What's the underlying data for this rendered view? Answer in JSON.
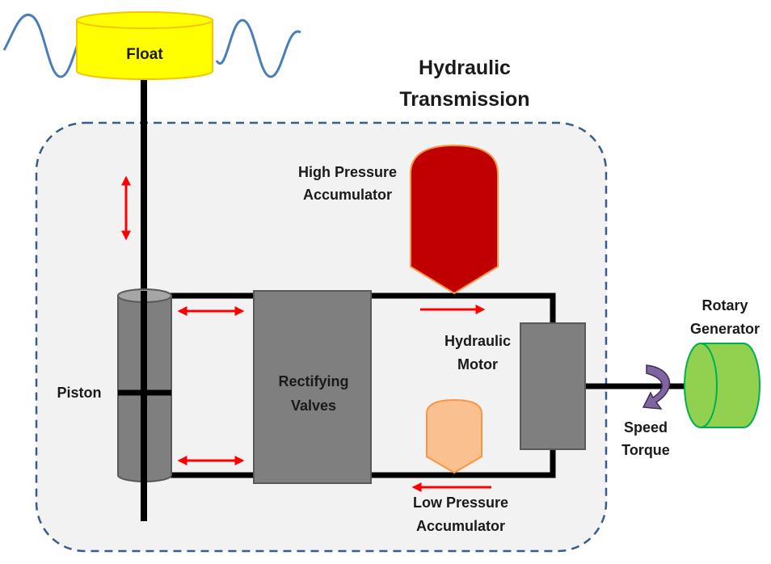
{
  "title": {
    "line1": "Hydraulic",
    "line2": "Transmission"
  },
  "labels": {
    "float": "Float",
    "piston": "Piston",
    "valves_line1": "Rectifying",
    "valves_line2": "Valves",
    "hp_line1": "High Pressure",
    "hp_line2": "Accumulator",
    "motor_line1": "Hydraulic",
    "motor_line2": "Motor",
    "lp_line1": "Low Pressure",
    "lp_line2": "Accumulator",
    "gen_line1": "Rotary",
    "gen_line2": "Generator",
    "speed": "Speed",
    "torque": "Torque"
  },
  "colors": {
    "wave": "#4a7ebb",
    "float_fill": "#ffff00",
    "float_stroke": "#f2c600",
    "dashed_border": "#385d8a",
    "panel_fill": "#f2f2f2",
    "component_gray": "#7f7f7f",
    "hp_accumulator": "#c00000",
    "lp_accumulator": "#fac090",
    "generator": "#92d050",
    "generator_stroke": "#00b050",
    "arrow_red": "#ff0000",
    "rotation_arrow": "#8064a2"
  }
}
